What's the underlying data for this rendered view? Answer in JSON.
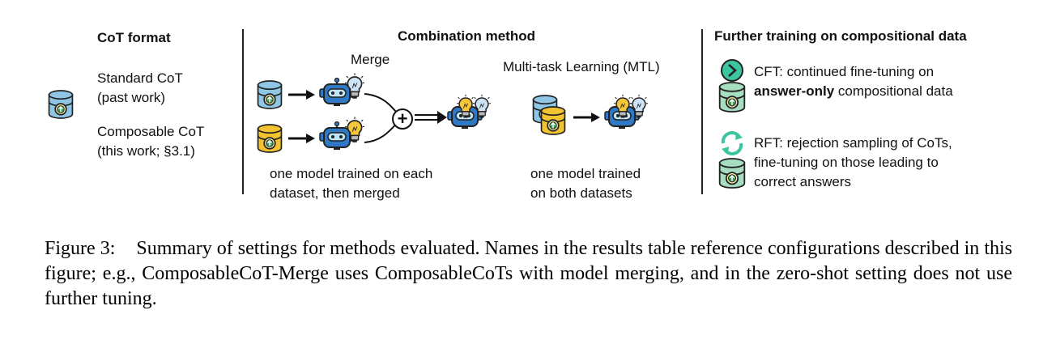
{
  "columns": {
    "cot_format": {
      "header": "CoT format",
      "standard_line1": "Standard CoT",
      "standard_line2": "(past work)",
      "composable_line1": "Composable CoT",
      "composable_line2": "(this work; §3.1)"
    },
    "combination": {
      "header": "Combination method",
      "merge_label": "Merge",
      "mtl_label": "Multi-task Learning (MTL)",
      "merge_caption_line1": "one model trained on each",
      "merge_caption_line2": "dataset, then merged",
      "mtl_caption_line1": "one model trained",
      "mtl_caption_line2": "on both datasets",
      "plus_symbol": "+"
    },
    "further": {
      "header": "Further training on compositional data",
      "cft_line1": "CFT: continued fine-tuning on",
      "cft_bold": "answer-only",
      "cft_line2_rest": " compositional data",
      "rft_line1": "RFT: rejection sampling of CoTs,",
      "rft_line2": "fine-tuning on those leading to",
      "rft_line3": "correct answers"
    }
  },
  "caption": {
    "label": "Figure 3:",
    "text": "Summary of settings for methods evaluated. Names in the results table reference configurations described in this figure; e.g., ComposableCoT-Merge uses ComposableCoTs with model merging, and in the zero-shot setting does not use further tuning."
  },
  "colors": {
    "db_blue": "#8fc6e6",
    "db_yellow": "#f2c230",
    "db_green": "#a6dcc0",
    "robot_blue": "#2f78c4",
    "bulb_yellow": "#f6c73a",
    "bulb_blue": "#cfe3f7",
    "arrow_teal": "#3cc6a0"
  },
  "icons": [
    "database-icon",
    "robot-icon",
    "lightbulb-icon",
    "arrow-icon",
    "plus-icon",
    "chevron-right-icon",
    "cycle-arrows-icon"
  ]
}
